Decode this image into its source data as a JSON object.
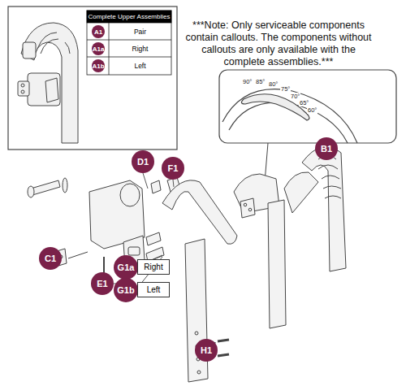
{
  "diagram": {
    "labels": [
      "***Note: Only serviceable components contain callouts. The components without callouts are only available with the complete assemblies.***",
      "Complete Upper Assemblies",
      "A1",
      "Pair",
      "A1a",
      "Right",
      "A1b",
      "Left",
      "90°",
      "85°",
      "80°",
      "75°",
      "70°",
      "65°",
      "60°",
      "B1",
      "C1",
      "D1",
      "F1",
      "E1",
      "G1a",
      "Right",
      "G1b",
      "Left",
      "H1"
    ]
  }
}
